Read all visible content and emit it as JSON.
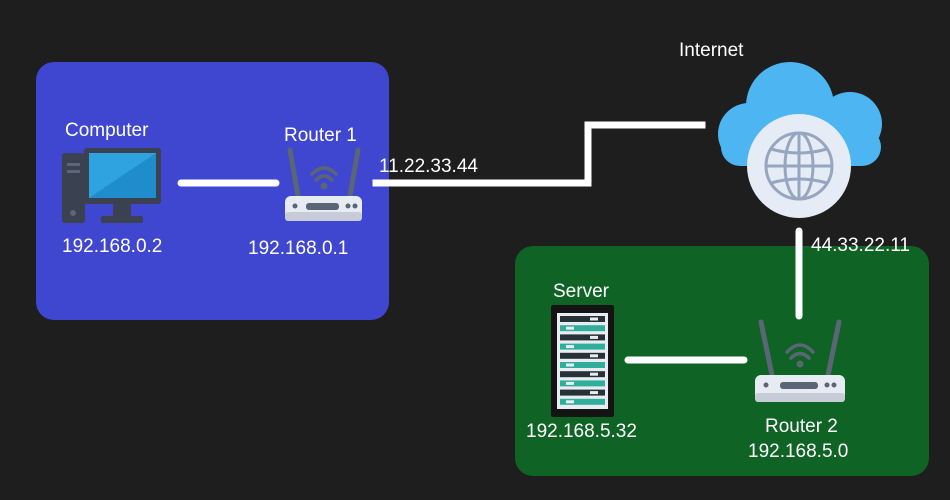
{
  "internet": {
    "label": "Internet"
  },
  "computer": {
    "label": "Computer",
    "ip": "192.168.0.2"
  },
  "router1": {
    "label": "Router 1",
    "lan_ip": "192.168.0.1",
    "wan_ip": "11.22.33.44"
  },
  "server": {
    "label": "Server",
    "ip": "192.168.5.32"
  },
  "router2": {
    "label": "Router 2",
    "lan_ip": "192.168.5.0",
    "wan_ip": "44.33.22.11"
  },
  "colors": {
    "background": "#1e1e1e",
    "lan_a": "#3f46cf",
    "lan_b": "#0f6325",
    "cloud": "#4db6f2",
    "link": "#ffffff"
  }
}
